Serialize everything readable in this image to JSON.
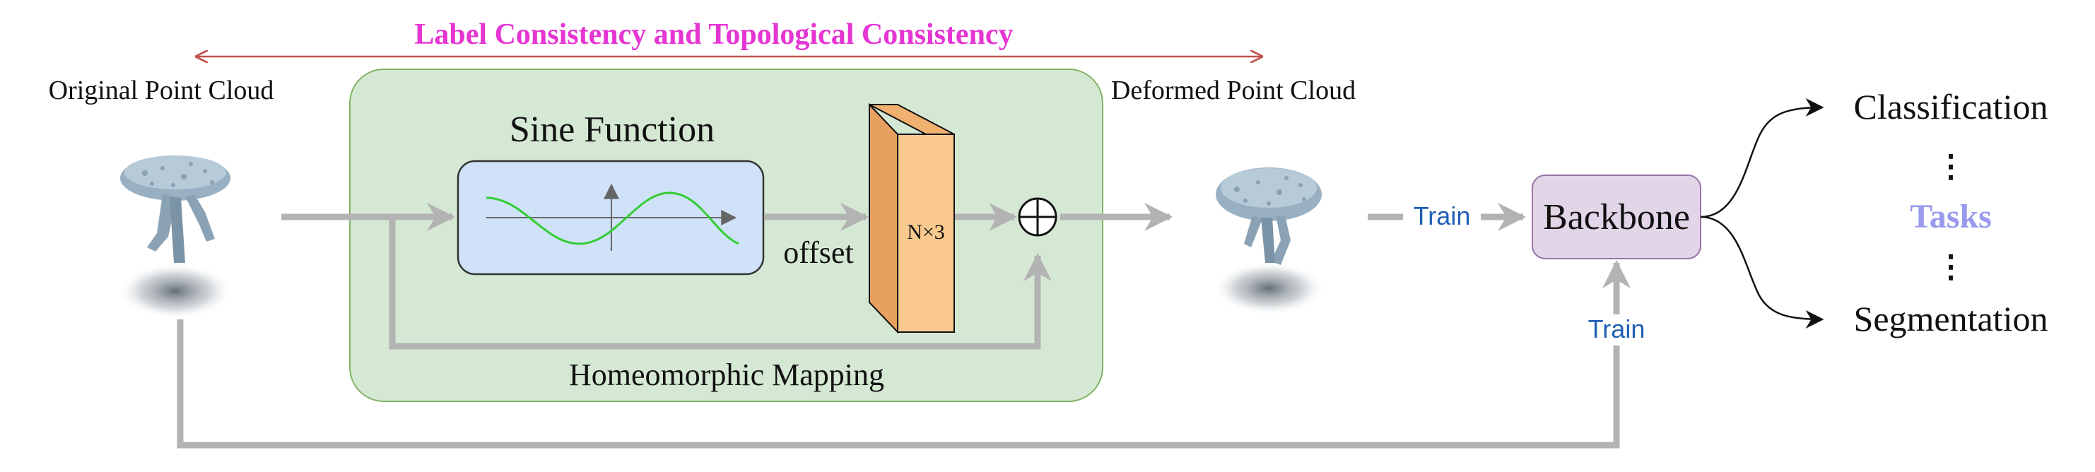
{
  "header": {
    "title": "Label Consistency and Topological Consistency",
    "title_color": "#e535d3",
    "arrow_color": "#c0504d"
  },
  "labels": {
    "original": "Original Point Cloud",
    "deformed": "Deformed Point Cloud",
    "sine_function": "Sine Function",
    "offset": "offset",
    "tensor": "N×3",
    "homeomorphic": "Homeomorphic Mapping",
    "train_top": "Train",
    "train_bottom": "Train",
    "backbone": "Backbone",
    "classification": "Classification",
    "tasks": "Tasks",
    "segmentation": "Segmentation",
    "dots_top": "⋮",
    "dots_bottom": "⋮"
  },
  "colors": {
    "green_panel": "#d5e8d4",
    "green_border": "#82b366",
    "sine_box": "#cfe2f8",
    "sine_wave": "#33cc33",
    "cuboid_front": "#f9c98e",
    "cuboid_side": "#e8a060",
    "backbone_fill": "#e1d5e7",
    "backbone_border": "#9673a6",
    "flow_arrow": "#b3b3b3",
    "train_text": "#1f5fb5",
    "tasks_text": "#9999ee",
    "point_cloud": "#98b0c2"
  },
  "icons": {
    "original_cloud": "table-point-cloud-icon",
    "deformed_cloud": "table-point-cloud-icon",
    "sum": "circled-plus-icon"
  }
}
